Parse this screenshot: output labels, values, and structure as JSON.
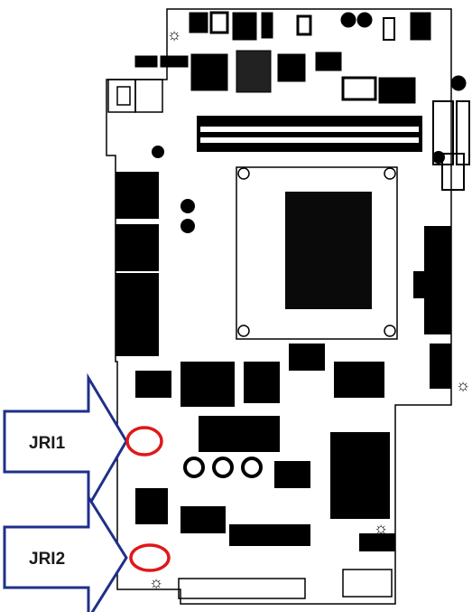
{
  "callouts": [
    {
      "id": "jri1",
      "label": "JRI1"
    },
    {
      "id": "jri2",
      "label": "JRI2"
    }
  ],
  "colors": {
    "board_outline": "#000000",
    "component": "#000000",
    "arrow_stroke": "#1f2f8a",
    "highlight_circle": "#e01818",
    "background": "#ffffff"
  }
}
